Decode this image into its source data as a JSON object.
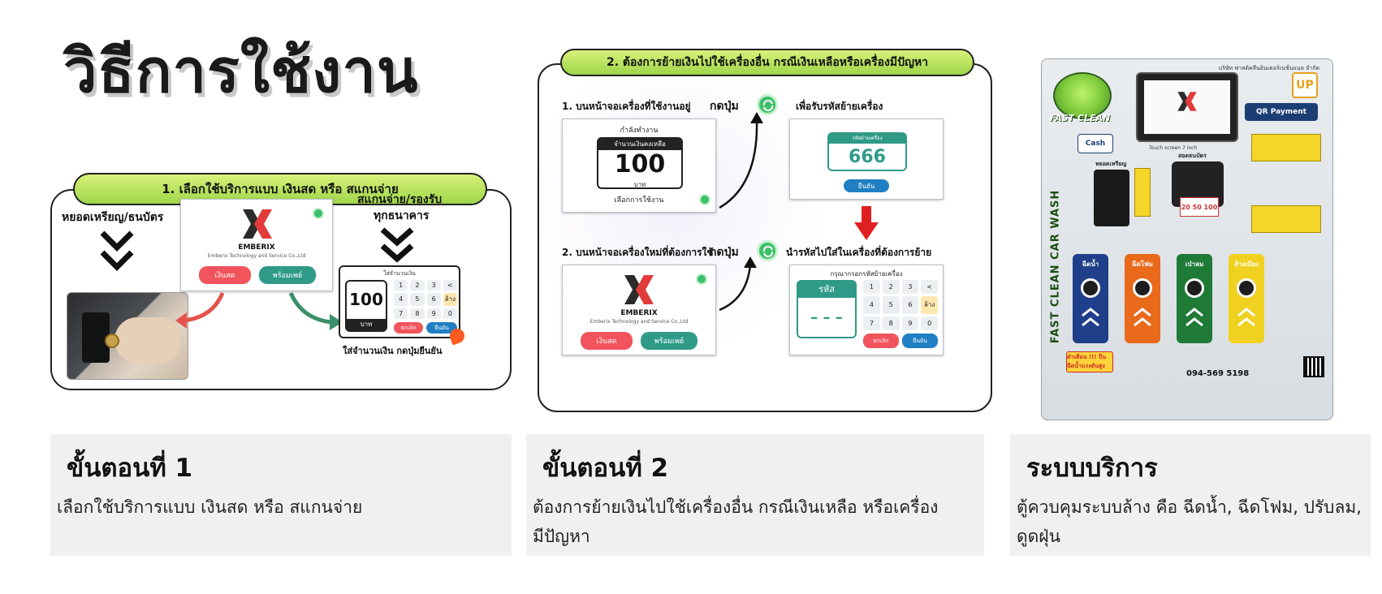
{
  "title": "วิธีการใช้งาน",
  "panel1": {
    "header": "1. เลือกใช้บริการแบบ เงินสด หรือ สแกนจ่าย",
    "left_label": "หยอดเหรียญ/ธนบัตร",
    "right_label_1": "สแกนจ่าย/รองรับ",
    "right_label_2": "ทุกธนาคาร",
    "brand": "EMBERIX",
    "brand_sub": "Emberix Technology and Service Co.,Ltd",
    "btn_cash": "เงินสด",
    "btn_promptpay": "พร้อมเพย์",
    "numpad_title": "ใส่จำนวนเงิน",
    "amount": "100",
    "unit": "บาท",
    "keys": [
      "1",
      "2",
      "3",
      "<",
      "4",
      "5",
      "6",
      "ล้าง",
      "7",
      "8",
      "9",
      "0"
    ],
    "btn_cancel": "ยกเลิก",
    "btn_confirm": "ยืนยัน",
    "footer": "ใส่จำนวนเงิน กดปุ่มยืนยัน"
  },
  "panel2": {
    "header": "2. ต้องการย้ายเงินไปใช้เครื่องอื่น กรณีเงินเหลือหรือเครื่องมีปัญหา",
    "step1": "1. บนหน้าจอเครื่องที่ใช้งานอยู่",
    "press": "กดปุ่ม",
    "screen1_status": "กำลังทำงาน",
    "screen1_balance_label": "จำนวนเงินคงเหลือ",
    "screen1_amount": "100",
    "screen1_unit": "บาท",
    "screen1_select": "เลือกการใช้งาน",
    "code_label": "เพื่อรับรหัสย้ายเครื่อง",
    "code_value": "666",
    "code_box_title": "รหัสย้ายเครื่อง",
    "code_confirm": "ยืนยัน",
    "step2": "2. บนหน้าจอเครื่องใหม่ที่ต้องการใช้",
    "enter_code_label": "นำรหัสไปใส่ในเครื่องที่ต้องการย้าย",
    "enter_code_title": "กรุณากรอกรหัสย้ายเครื่อง",
    "code_field": "รหัส",
    "keys": [
      "1",
      "2",
      "3",
      "<",
      "4",
      "5",
      "6",
      "ล้าง",
      "7",
      "8",
      "9",
      "0"
    ],
    "btn_cancel": "ยกเลิก",
    "btn_confirm": "ยืนยัน",
    "brand": "EMBERIX",
    "brand_sub": "Emberix Technology and Service Co.,Ltd",
    "btn_cash": "เงินสด",
    "btn_promptpay": "พร้อมเพย์"
  },
  "panel3": {
    "company": "บริษัท ฟาสต์คลีนอินเตอร์เนชั่นแนล จำกัด",
    "logo_text": "FAST CLEAN",
    "side_text": "FAST CLEAN CAR WASH",
    "cash_label": "Cash",
    "qr_label": "QR Payment",
    "up_label": "UP",
    "touch_caption": "Touch screen 7 inch",
    "coin_label": "หยอดเหรียญ",
    "note_label": "สอดธนบัตร",
    "note_values": "20 50 100",
    "buttons": [
      {
        "label": "ฉีดน้ำ",
        "color": "#1f3f8a"
      },
      {
        "label": "ฉีดโฟม",
        "color": "#e86a1a"
      },
      {
        "label": "เป่าลม",
        "color": "#1f7a36"
      },
      {
        "label": "ล้างเบียง",
        "color": "#f1d11f"
      }
    ],
    "warning": "คำเตือน !!! ปืนฉีดน้ำแรงดันสูง",
    "phone": "094-569 5198"
  },
  "captions": [
    {
      "head": "ขั้นตอนที่ 1",
      "body": "เลือกใช้บริการแบบ เงินสด หรือ สแกนจ่าย"
    },
    {
      "head": "ขั้นตอนที่ 2",
      "body": "ต้องการย้ายเงินไปใช้เครื่องอื่น กรณีเงินเหลือ หรือเครื่องมีปัญหา"
    },
    {
      "head": "ระบบบริการ",
      "body": "ตู้ควบคุมระบบล้าง คือ ฉีดน้ำ, ฉีดโฟม, ปรับลม, ดูดฝุ่น"
    }
  ],
  "colors": {
    "accent_green": "#9fd64a",
    "cash_red": "#f1545c",
    "promptpay_teal": "#2f9a87",
    "confirm_blue": "#1f7fc2",
    "caption_bg": "#f0f0f0"
  }
}
